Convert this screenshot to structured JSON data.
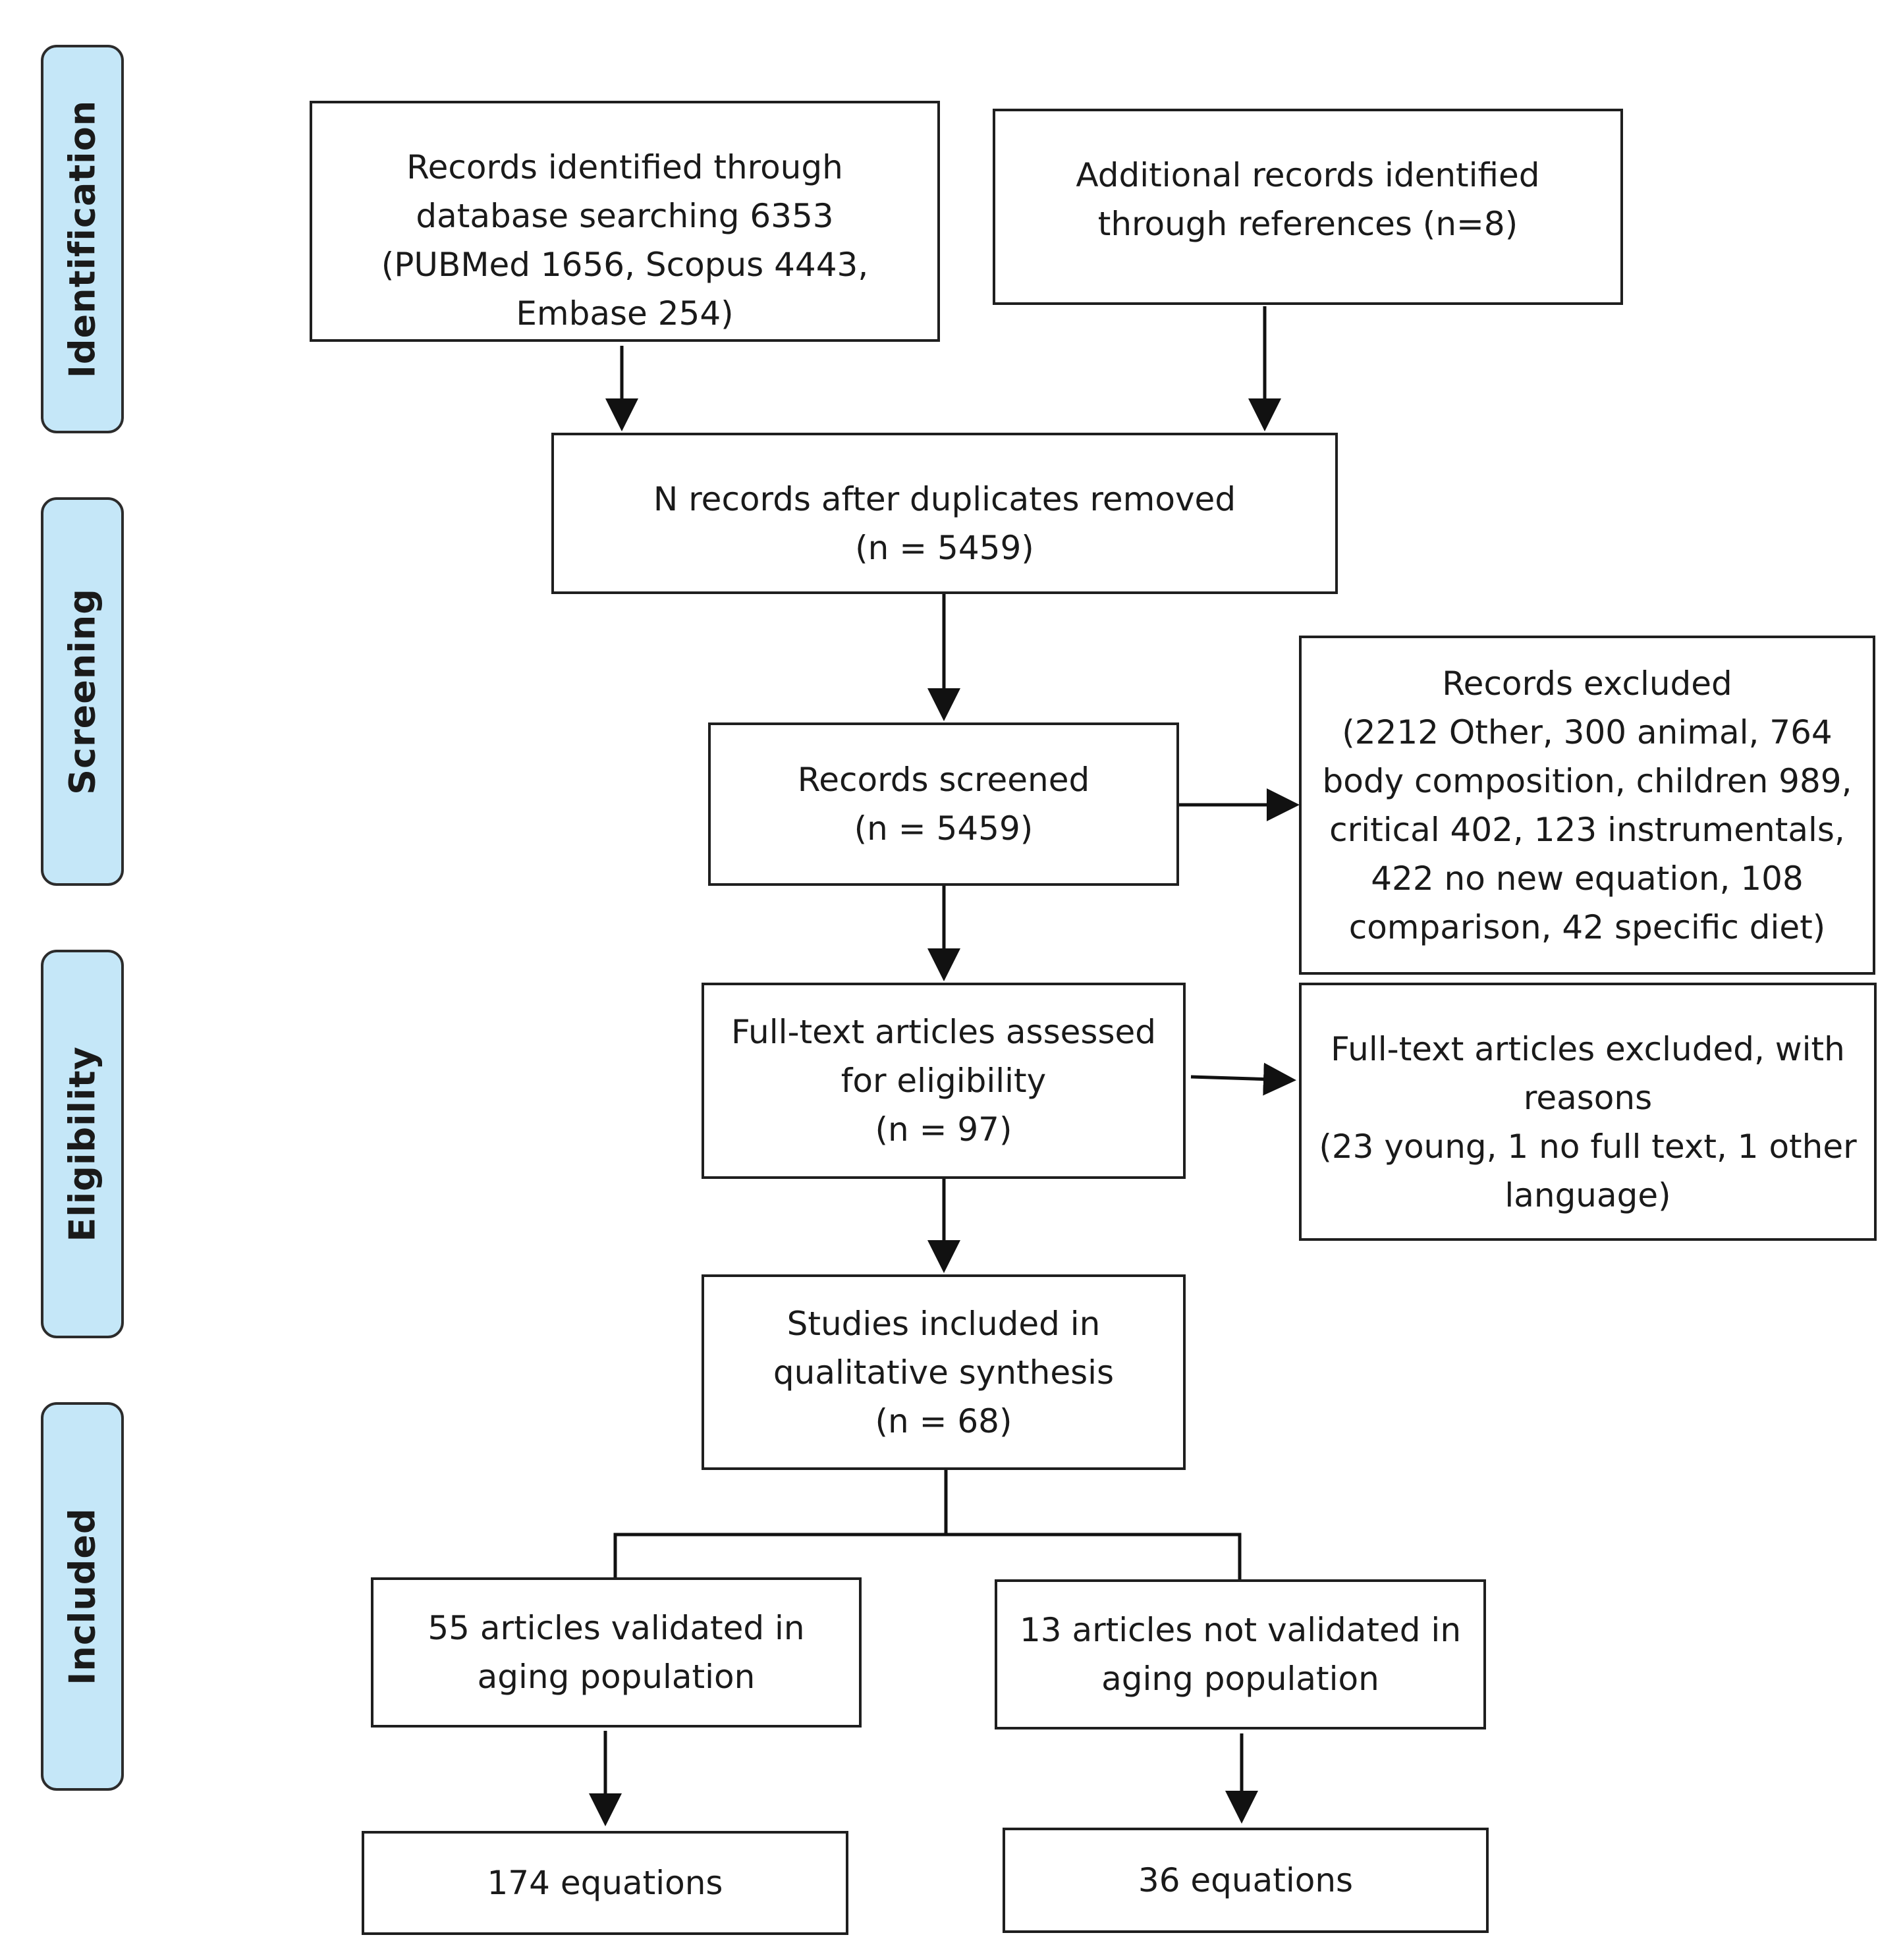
{
  "stages": {
    "identification": "Identification",
    "screening": "Screening",
    "eligibility": "Eligibility",
    "included": "Included"
  },
  "boxes": {
    "database_records": "Records identified through\ndatabase searching 6353\n(PUBMed 1656, Scopus 4443,\nEmbase 254)",
    "additional_records": "Additional records identified\nthrough references (n=8)",
    "after_duplicates": "N records after duplicates removed\n(n = 5459)",
    "records_screened": "Records screened\n(n = 5459)",
    "records_excluded": "Records excluded\n(2212 Other, 300 animal, 764\nbody composition, children 989,\ncritical 402, 123 instrumentals,\n422 no new equation, 108\ncomparison, 42 specific diet)",
    "fulltext_assessed": "Full-text articles assessed\nfor eligibility\n(n = 97)",
    "fulltext_excluded": "Full-text articles excluded, with\nreasons\n(23 young, 1 no full text, 1 other\nlanguage)",
    "studies_included": "Studies included in\nqualitative synthesis\n(n = 68)",
    "validated": "55 articles validated in\naging population",
    "not_validated": "13 articles not validated in\naging population",
    "equations_validated": "174 equations",
    "equations_not_validated": "36 equations"
  },
  "colors": {
    "stage_fill": "#c5e7f8",
    "border": "#1f1f1f",
    "arrow": "#111111"
  }
}
